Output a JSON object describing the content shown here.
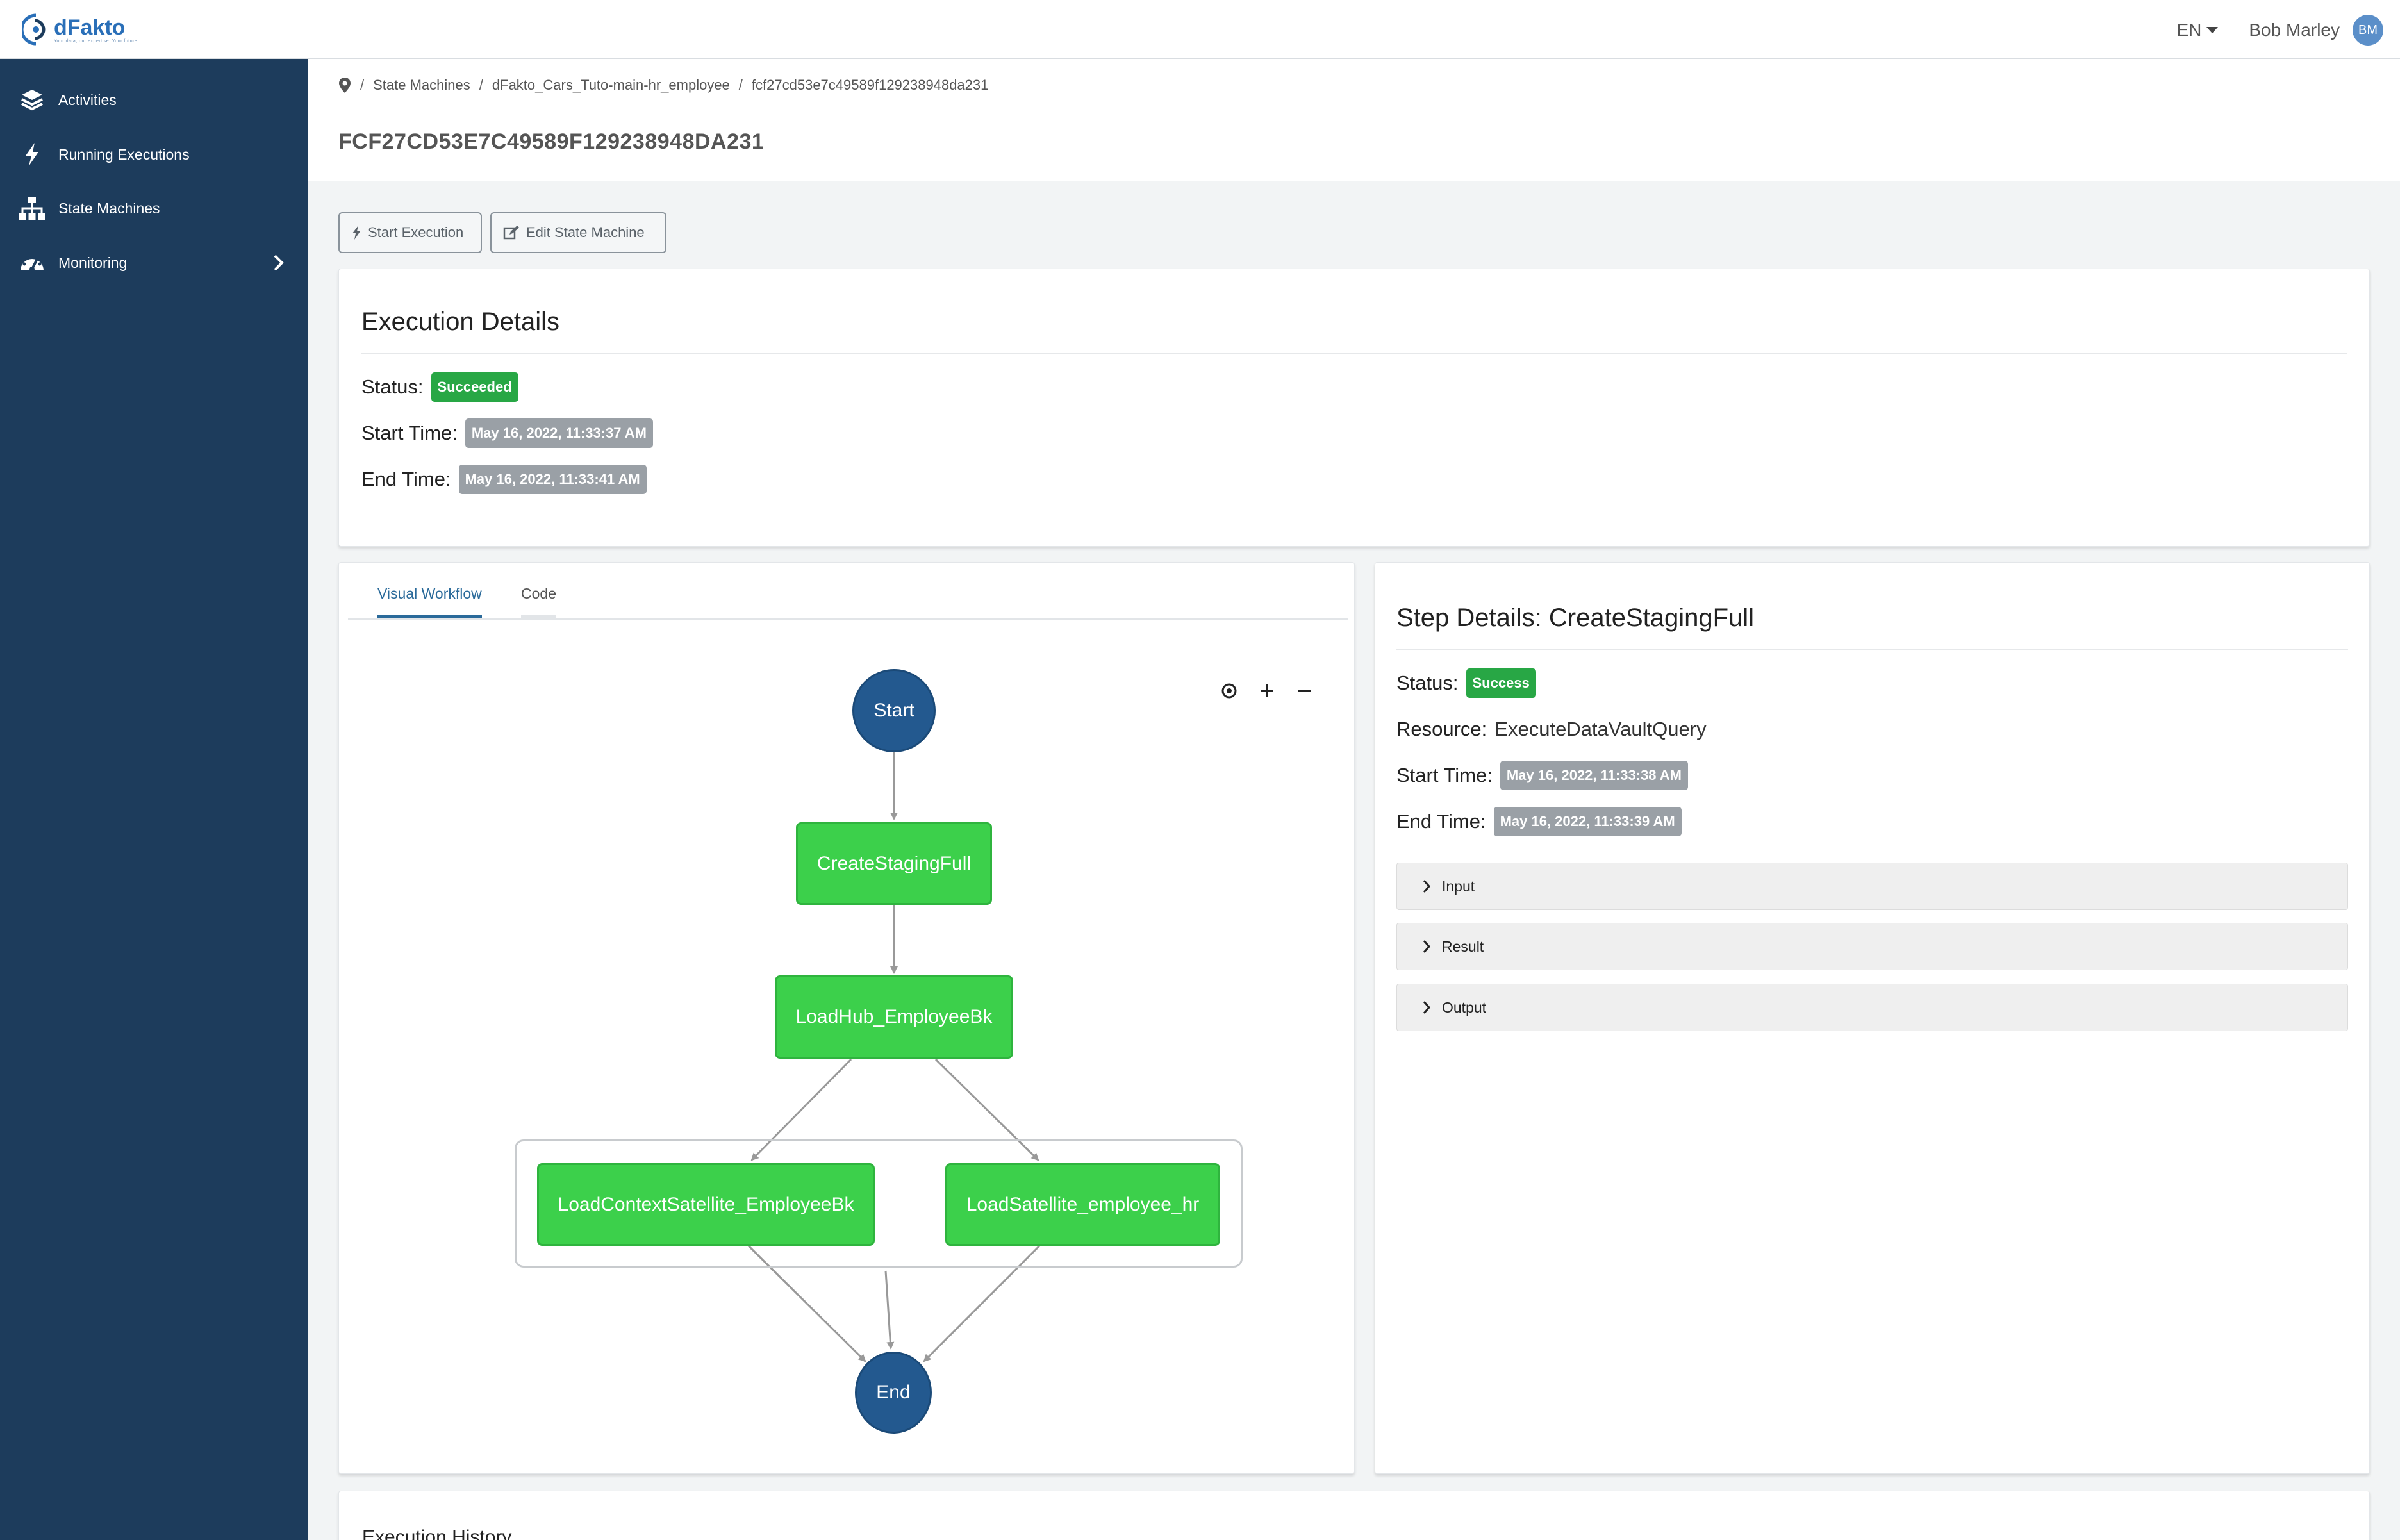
{
  "app": {
    "name": "dFakto",
    "tagline": "Your data, our expertise. Your future."
  },
  "topbar": {
    "language": "EN",
    "username": "Bob Marley",
    "avatar_initials": "BM"
  },
  "sidebar": {
    "items": [
      {
        "label": "Activities",
        "icon": "layers-icon"
      },
      {
        "label": "Running Executions",
        "icon": "bolt-icon"
      },
      {
        "label": "State Machines",
        "icon": "sitemap-icon"
      },
      {
        "label": "Monitoring",
        "icon": "gauge-icon"
      }
    ]
  },
  "breadcrumb": {
    "items": [
      "State Machines",
      "dFakto_Cars_Tuto-main-hr_employee",
      "fcf27cd53e7c49589f129238948da231"
    ]
  },
  "page": {
    "title": "FCF27CD53E7C49589F129238948DA231"
  },
  "toolbar": {
    "start_execution_label": "Start Execution",
    "edit_state_machine_label": "Edit State Machine"
  },
  "execution_details": {
    "title": "Execution Details",
    "status_label": "Status:",
    "status_value": "Succeeded",
    "start_time_label": "Start Time:",
    "start_time_value": "May 16, 2022, 11:33:37 AM",
    "end_time_label": "End Time:",
    "end_time_value": "May 16, 2022, 11:33:41 AM"
  },
  "tabs": [
    {
      "label": "Visual Workflow",
      "active": true
    },
    {
      "label": "Code",
      "active": false
    }
  ],
  "workflow": {
    "start": "Start",
    "create_staging": "CreateStagingFull",
    "load_hub": "LoadHub_EmployeeBk",
    "load_context_sat": "LoadContextSatellite_EmployeeBk",
    "load_sat": "LoadSatellite_employee_hr",
    "end": "End",
    "controls": [
      "target-icon",
      "plus-icon",
      "minus-icon"
    ]
  },
  "step_details": {
    "title": "Step Details: CreateStagingFull",
    "status_label": "Status:",
    "status_value": "Success",
    "resource_label": "Resource:",
    "resource_value": "ExecuteDataVaultQuery",
    "start_time_label": "Start Time:",
    "start_time_value": "May 16, 2022, 11:33:38 AM",
    "end_time_label": "End Time:",
    "end_time_value": "May 16, 2022, 11:33:39 AM",
    "sections": [
      "Input",
      "Result",
      "Output"
    ]
  },
  "execution_history": {
    "title": "Execution History"
  },
  "colors": {
    "sidebar_bg": "#1d3c5c",
    "success_green": "#28a745",
    "node_green": "#3cd04b",
    "node_blue": "#23598f",
    "timestamp_gray": "#9aa0a6",
    "accent": "#2a6a9a"
  }
}
